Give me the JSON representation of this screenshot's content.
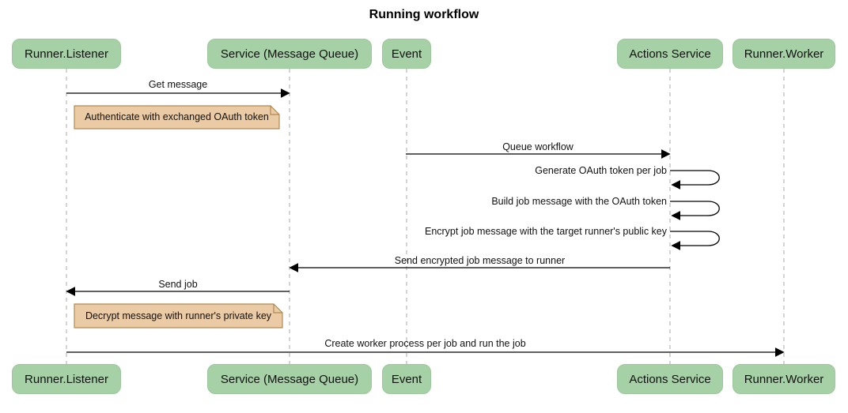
{
  "title": "Running workflow",
  "participants": [
    {
      "id": "runner-listener",
      "label": "Runner.Listener"
    },
    {
      "id": "service-message-queue",
      "label": "Service (Message Queue)"
    },
    {
      "id": "event",
      "label": "Event"
    },
    {
      "id": "actions-service",
      "label": "Actions Service"
    },
    {
      "id": "runner-worker",
      "label": "Runner.Worker"
    }
  ],
  "messages": [
    {
      "type": "message",
      "from": "Runner.Listener",
      "to": "Service (Message Queue)",
      "label": "Get message"
    },
    {
      "type": "note",
      "over": "Runner.Listener",
      "label": "Authenticate with exchanged OAuth token"
    },
    {
      "type": "message",
      "from": "Event",
      "to": "Actions Service",
      "label": "Queue workflow"
    },
    {
      "type": "self-message",
      "on": "Actions Service",
      "label": "Generate OAuth token per job"
    },
    {
      "type": "self-message",
      "on": "Actions Service",
      "label": "Build job message with the OAuth token"
    },
    {
      "type": "self-message",
      "on": "Actions Service",
      "label": "Encrypt job message with the target runner's public key"
    },
    {
      "type": "message",
      "from": "Actions Service",
      "to": "Service (Message Queue)",
      "label": "Send encrypted job message to runner"
    },
    {
      "type": "message",
      "from": "Service (Message Queue)",
      "to": "Runner.Listener",
      "label": "Send job"
    },
    {
      "type": "note",
      "over": "Runner.Listener",
      "label": "Decrypt message with runner's private key"
    },
    {
      "type": "message",
      "from": "Runner.Listener",
      "to": "Runner.Worker",
      "label": "Create worker process per job and run the job"
    }
  ],
  "colors": {
    "participant_fill": "#a6d0a6",
    "note_fill": "#eacba6",
    "note_border": "#b08a50",
    "lifeline": "#aaaaaa",
    "arrow": "#000000",
    "background": "#ffffff"
  }
}
